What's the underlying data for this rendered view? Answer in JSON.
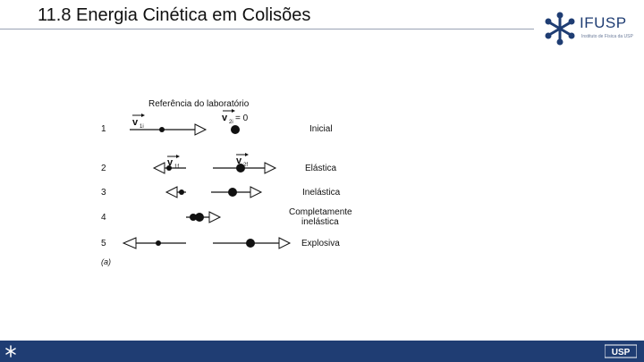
{
  "slide": {
    "title": "11.8 Energia Cinética em Colisões"
  },
  "logo": {
    "name": "IFUSP",
    "subtitle": "Instituto de Física da USP"
  },
  "figure": {
    "heading": "Referência do laboratório",
    "rows": [
      {
        "number": "1",
        "label": "Inicial"
      },
      {
        "number": "2",
        "label": "Elástica"
      },
      {
        "number": "3",
        "label": "Inelástica"
      },
      {
        "number": "4",
        "label_line1": "Completamente",
        "label_line2": "inelástica"
      },
      {
        "number": "5",
        "label": "Explosiva"
      }
    ],
    "vectors": {
      "v1i": "v",
      "v1i_sub": "1i",
      "v2i": "v",
      "v2i_sub": "2i",
      "v2i_eq": "= 0",
      "v1f": "v",
      "v1f_sub": "1f",
      "v2f": "v",
      "v2f_sub": "2f"
    },
    "caption": "(a)"
  },
  "footer": {
    "brand": "USP"
  },
  "colors": {
    "navy": "#1f3d73",
    "rule": "#9aa3b5"
  }
}
